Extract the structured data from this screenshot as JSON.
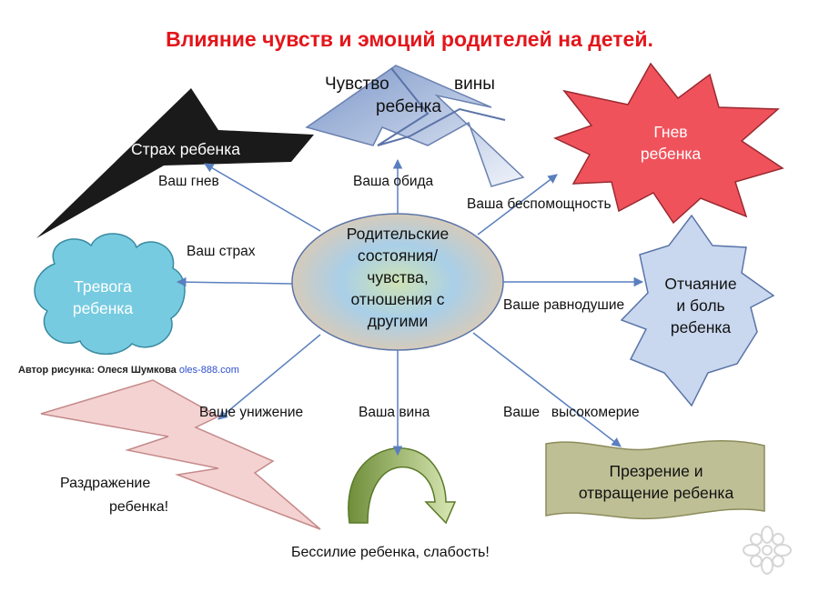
{
  "title": "Влияние чувств и эмоций родителей на детей.",
  "center": {
    "line1": "Родительские",
    "line2": "состояния/",
    "line3": "чувства,",
    "line4": "отношения с",
    "line5": "другими"
  },
  "nodes": {
    "guilt_a": "Чувство",
    "guilt_b": "вины",
    "guilt_c": "ребенка",
    "anger_a": "Гнев",
    "anger_b": "ребенка",
    "fear": "Страх ребенка",
    "anxiety_a": "Тревога",
    "anxiety_b": "ребенка",
    "despair_a": "Отчаяние",
    "despair_b": "и боль",
    "despair_c": "ребенка",
    "irritation_a": "Раздражение",
    "irritation_b": "ребенка!",
    "contempt_a": "Презрение и",
    "contempt_b": "отвращение ребенка",
    "powerless": "Бессилие  ребенка, слабость!"
  },
  "edges": {
    "anger": "Ваш гнев",
    "resentment": "Ваша обида",
    "helplessness": "Ваша беспомощность",
    "fear": "Ваш страх",
    "indifference": "Ваше равнодушие",
    "humiliation": "Ваше унижение",
    "guilt": "Ваша вина",
    "arrogance": "Ваше   высокомерие"
  },
  "credit": {
    "author": "Автор рисунка: Олеся Шумкова",
    "site": "oles-888.com"
  },
  "colors": {
    "title": "#e3161b",
    "arrow": "#5a7fbf",
    "fear_shape": "#1a1a1a",
    "anger_shape": "#f0525c",
    "anxiety_shape": "#76cbe0",
    "despair_shape": "#c9d8ef",
    "irritation_shape": "#f4d2d2",
    "contempt_shape": "#bfbf96",
    "curve_arrow": "#9cb85f",
    "guilt_shape": "#c3cee5"
  },
  "icons": [
    "flower-logo-icon"
  ]
}
